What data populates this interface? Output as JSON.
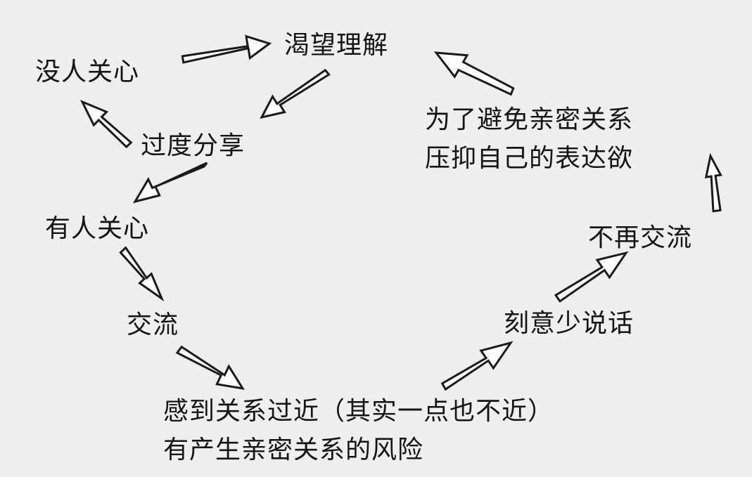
{
  "nodes": {
    "no_one_cares": "没人关心",
    "longing": "渴望理解",
    "oversharing": "过度分享",
    "someone_cares": "有人关心",
    "communicate": "交流",
    "too_close_line1": "感到关系过近（其实一点也不近）",
    "too_close_line2": "有产生亲密关系的风险",
    "talk_less": "刻意少说话",
    "stop_communicating": "不再交流",
    "suppress_line1": "为了避免亲密关系",
    "suppress_line2": "压抑自己的表达欲"
  }
}
